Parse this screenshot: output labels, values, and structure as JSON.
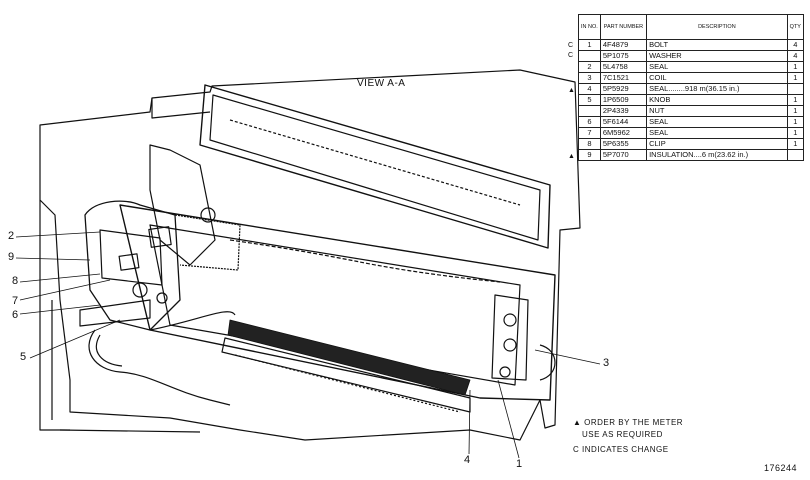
{
  "view_title": "VIEW A-A",
  "callouts": [
    {
      "id": "c2",
      "text": "2"
    },
    {
      "id": "c9",
      "text": "9"
    },
    {
      "id": "c8",
      "text": "8"
    },
    {
      "id": "c7",
      "text": "7"
    },
    {
      "id": "c6",
      "text": "6"
    },
    {
      "id": "c5",
      "text": "5"
    },
    {
      "id": "c3",
      "text": "3"
    },
    {
      "id": "c4",
      "text": "4"
    },
    {
      "id": "c1",
      "text": "1"
    }
  ],
  "parts_table": {
    "headers": {
      "no": "IN NO.",
      "part": "PART NUMBER",
      "desc": "DESCRIPTION",
      "qty": "QTY"
    },
    "rows": [
      {
        "no": "1",
        "part": "4F4879",
        "desc": "BOLT",
        "qty": "4",
        "flag": "C"
      },
      {
        "no": "",
        "part": "5P1075",
        "desc": "WASHER",
        "qty": "4",
        "flag": "C"
      },
      {
        "no": "2",
        "part": "5L4758",
        "desc": "SEAL",
        "qty": "1",
        "flag": ""
      },
      {
        "no": "3",
        "part": "7C1521",
        "desc": "COIL",
        "qty": "1",
        "flag": ""
      },
      {
        "no": "4",
        "part": "5P5929",
        "desc": "SEAL........918 m(36.15 in.)",
        "qty": "",
        "flag": "▲"
      },
      {
        "no": "5",
        "part": "1P6509",
        "desc": "KNOB",
        "qty": "1",
        "flag": ""
      },
      {
        "no": "",
        "part": "2P4339",
        "desc": "NUT",
        "qty": "1",
        "flag": ""
      },
      {
        "no": "6",
        "part": "5F6144",
        "desc": "SEAL",
        "qty": "1",
        "flag": ""
      },
      {
        "no": "7",
        "part": "6M5962",
        "desc": "SEAL",
        "qty": "1",
        "flag": ""
      },
      {
        "no": "8",
        "part": "5P6355",
        "desc": "CLIP",
        "qty": "1",
        "flag": ""
      },
      {
        "no": "9",
        "part": "5P7070",
        "desc": "INSULATION....6 m(23.62 in.)",
        "qty": "",
        "flag": "▲"
      }
    ]
  },
  "notes": {
    "line1": "▲ ORDER BY THE METER",
    "line2": "USE AS REQUIRED",
    "line3": "C INDICATES CHANGE"
  },
  "figure_number": "176244"
}
